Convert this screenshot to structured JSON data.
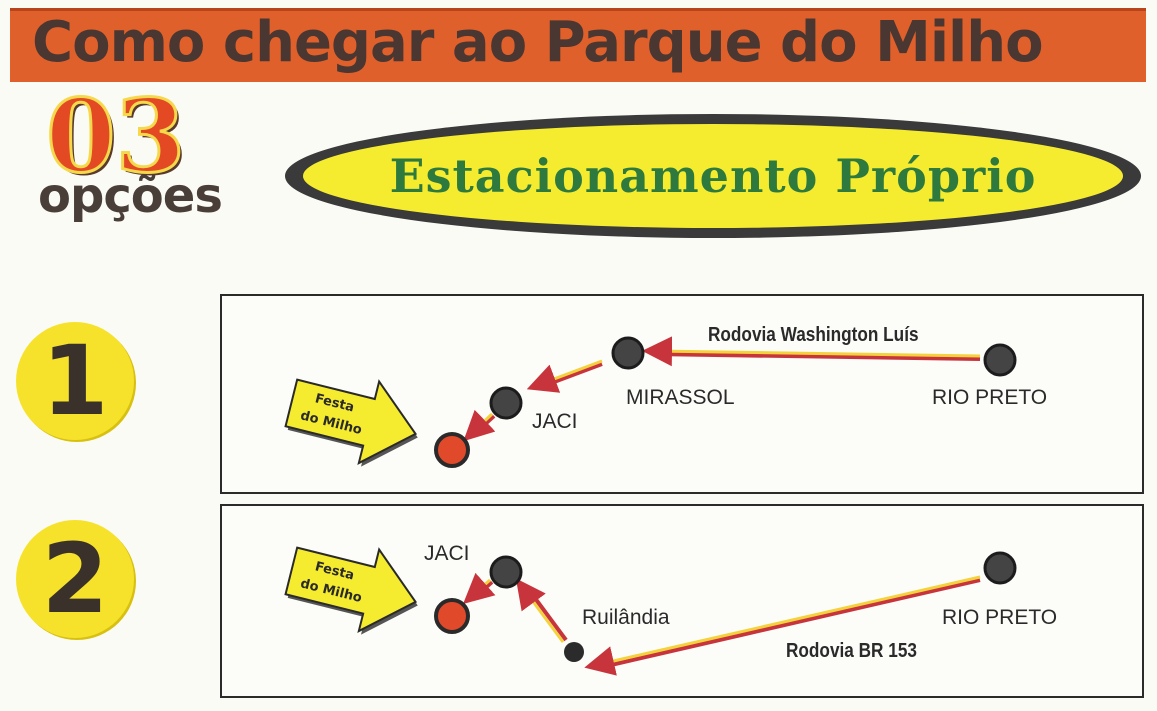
{
  "title": "Como chegar ao Parque do Milho",
  "options_count": "03",
  "options_label": "opções",
  "parking_label": "Estacionamento Próprio",
  "routes": [
    {
      "number": "1",
      "road": "Rodovia Washington Luís",
      "festa_line1": "Festa",
      "festa_line2": "do Milho",
      "cities": [
        "JACI",
        "MIRASSOL",
        "RIO PRETO"
      ]
    },
    {
      "number": "2",
      "road": "Rodovia BR 153",
      "festa_line1": "Festa",
      "festa_line2": "do Milho",
      "cities": [
        "JACI",
        "Ruilândia",
        "RIO PRETO"
      ]
    }
  ],
  "colors": {
    "banner": "#e0602b",
    "number_circle": "#f6e22a",
    "pill_fill": "#f6ec2f",
    "pill_text": "#2e7a3e",
    "route_line": "#f3d23b",
    "route_shadow": "#c8343c",
    "destination": "#e04a2a"
  }
}
